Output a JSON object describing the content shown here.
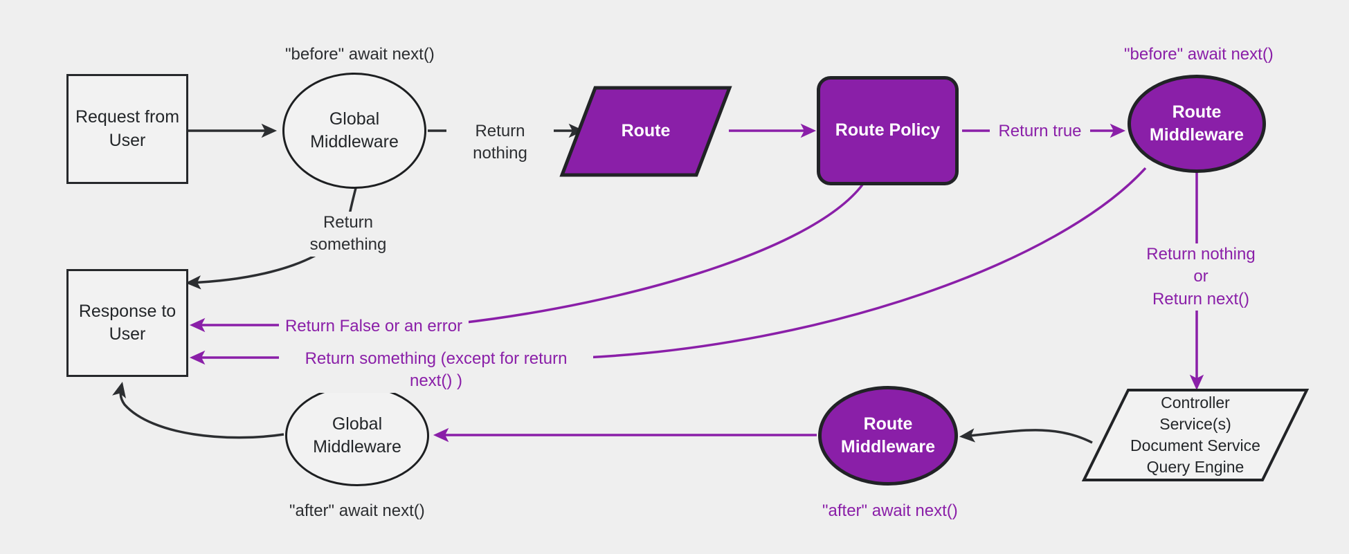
{
  "diagram": {
    "background_color": "#efefef",
    "accent_purple": "#8a1fa8",
    "dark_stroke": "#232629",
    "nodes": {
      "request_from_user": "Request from\nUser",
      "global_middleware_top": "Global\nMiddleware",
      "route": "Route",
      "route_policy": "Route Policy",
      "route_middleware_top": "Route\nMiddleware",
      "controller_stack": "Controller\nService(s)\nDocument Service\nQuery Engine",
      "route_middleware_bottom": "Route\nMiddleware",
      "global_middleware_bottom": "Global\nMiddleware",
      "response_to_user": "Response to\nUser"
    },
    "captions": {
      "before_await_next_global": "\"before\" await next()",
      "before_await_next_route": "\"before\" await next()",
      "after_await_next_global": "\"after\" await next()",
      "after_await_next_route": "\"after\" await next()"
    },
    "edge_labels": {
      "return_nothing": "Return nothing",
      "return_something_top": "Return something",
      "return_true": "Return true",
      "return_nothing_or_next": "Return nothing\nor\nReturn next()",
      "return_false_or_error": "Return False or an error",
      "return_something_except_next": "Return something (except for return next() )"
    }
  }
}
